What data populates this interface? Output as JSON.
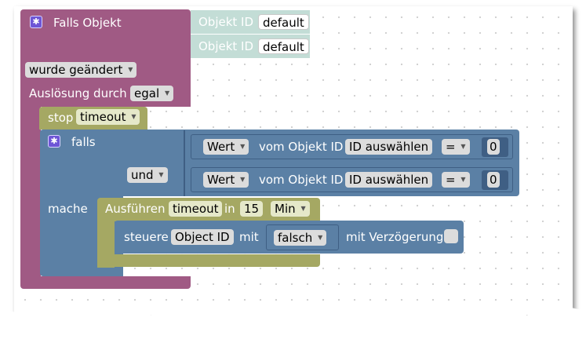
{
  "event_block": {
    "title": "Falls Objekt",
    "object_id_label_1": "Objekt ID",
    "object_id_value_1": "default",
    "object_id_label_2": "Objekt ID",
    "object_id_value_2": "default",
    "change_dropdown": "wurde geändert",
    "trigger_label": "Auslösung durch",
    "trigger_dropdown": "egal"
  },
  "stop_block": {
    "label": "stop",
    "timeout_dropdown": "timeout"
  },
  "if_block": {
    "label": "falls",
    "and_dropdown": "und",
    "do_label": "mache",
    "condition_1": {
      "value_dropdown": "Wert",
      "of_object_label": "vom Objekt ID",
      "select_id_button": "ID auswählen",
      "operator_dropdown": "=",
      "compare_value": "0"
    },
    "condition_2": {
      "value_dropdown": "Wert",
      "of_object_label": "vom Objekt ID",
      "select_id_button": "ID auswählen",
      "operator_dropdown": "=",
      "compare_value": "0"
    }
  },
  "timeout_block": {
    "label": "Ausführen",
    "name_field": "timeout",
    "in_label": "in",
    "delay_value": "15",
    "unit_dropdown": "Min"
  },
  "control_block": {
    "label": "steuere",
    "object_id_field": "Object ID",
    "with_label": "mit",
    "value_dropdown": "falsch",
    "delay_label": "mit Verzögerung"
  }
}
